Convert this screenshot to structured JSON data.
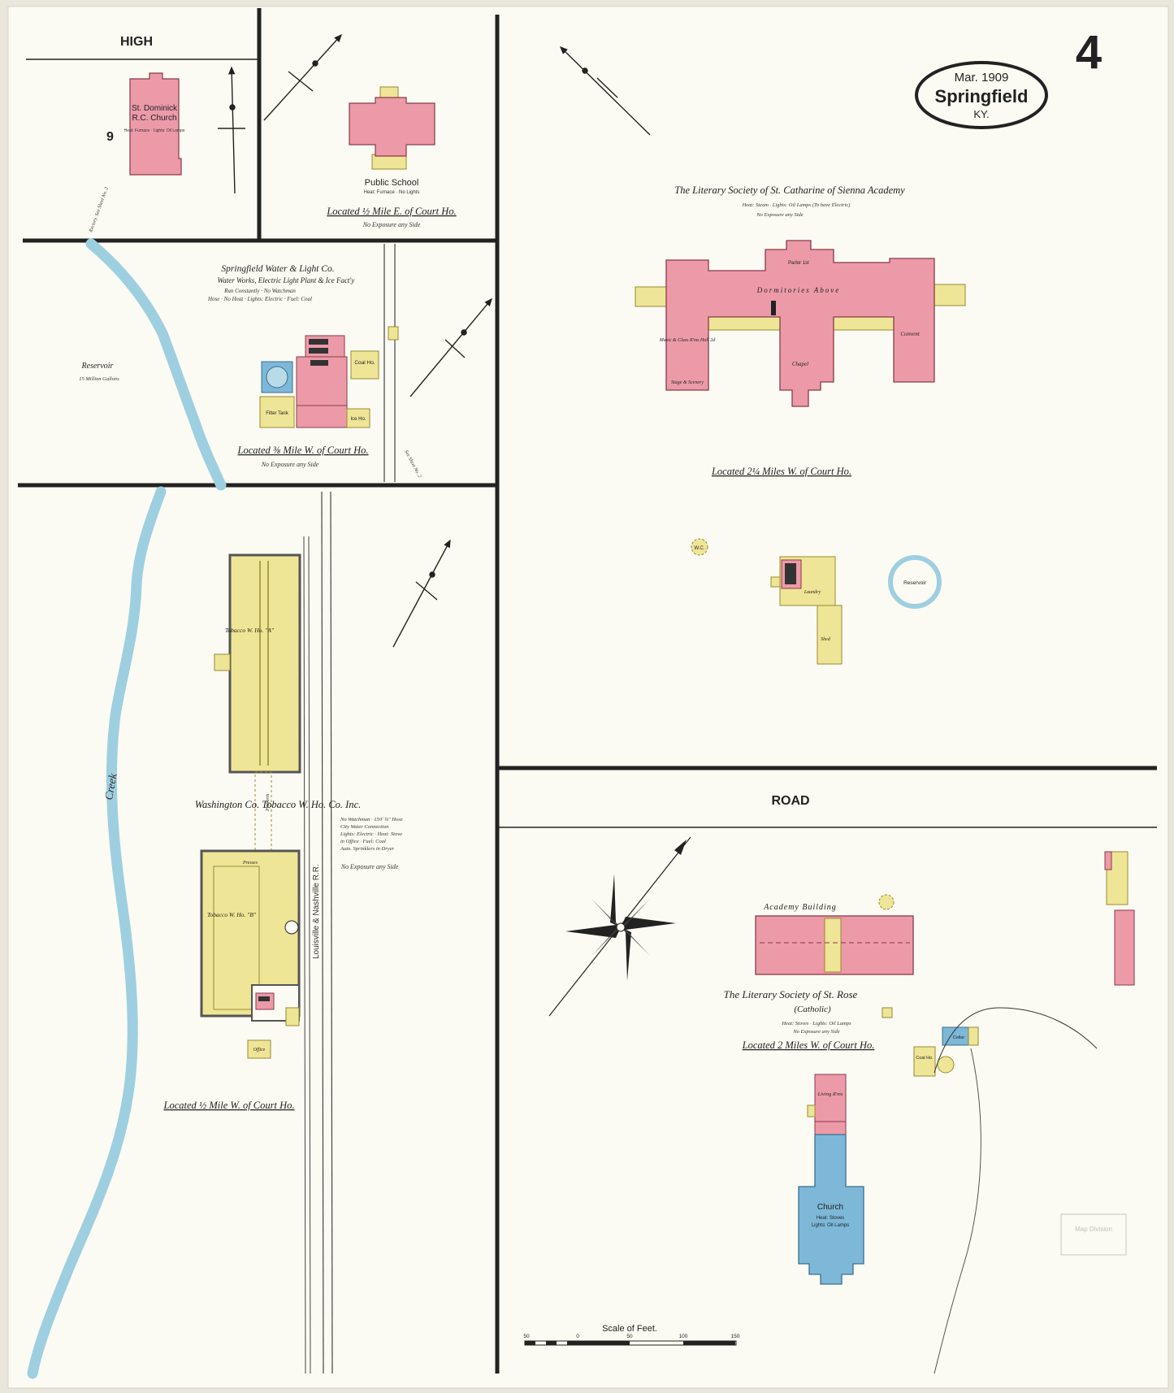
{
  "header": {
    "sheet_number": "4",
    "date": "Mar. 1909",
    "city": "Springfield",
    "state": "KY."
  },
  "streets": {
    "high": "HIGH",
    "road": "ROAD",
    "creek": "Creek",
    "railroad": "Louisville & Nashville R.R."
  },
  "panels": {
    "st_dominick": {
      "block_no": "9",
      "name_line1": "St. Dominick",
      "name_line2": "R.C. Church",
      "note": "Heat: Furnace · Lights: Oil Lamps",
      "side_note": "Rectory. See Sheet No. 2"
    },
    "public_school": {
      "name": "Public School",
      "note": "Heat: Furnace · No Lights",
      "location": "Located ½ Mile E. of Court Ho.",
      "exposure": "No Exposure any Side"
    },
    "water_light": {
      "name": "Springfield Water & Light Co.",
      "subtitle": "Water Works, Electric Light Plant & Ice Fact'y",
      "note1": "Run Constantly · No Watchman",
      "note2": "Hose · No Heat · Lights: Electric · Fuel: Coal",
      "reservoir": "Reservoir",
      "reservoir_capacity": "15 Million Gallons",
      "coal_house": "Coal Ho.",
      "filter_tank": "Filter Tank",
      "ice_house": "Ice Ho.",
      "location": "Located ⅜ Mile W. of Court Ho.",
      "exposure": "No Exposure any Side",
      "side_note": "See Sheet No. 2"
    },
    "st_catharine": {
      "name": "The Literary Society of St. Catharine of Sienna Academy",
      "note1": "Heat: Steam · Lights: Oil Lamps (To have Electric)",
      "note2": "No Exposure any Side",
      "dormitories": "Dormitories Above",
      "parlor": "Parlor 1st",
      "chapel": "Chapel",
      "convent": "Convent",
      "music_rooms": "Music & Class R'ms Hall 2d",
      "stage": "Stage & Scenery",
      "location": "Located 2¼ Miles W. of Court Ho.",
      "laundry": "Laundry",
      "shed": "Shed",
      "wc": "W.C.",
      "reservoir": "Reservoir"
    },
    "tobacco": {
      "name": "Washington Co. Tobacco W. Ho. Co. Inc.",
      "notes": [
        "No Watchman · 150' ¾\" Hose",
        "City Water Connection",
        "Lights: Electric · Heat: Stove",
        "in Office · Fuel: Coal",
        "Auto. Sprinklers in Dryer"
      ],
      "exposure": "No Exposure any Side",
      "warehouse_a": "Tobacco W. Ho. \"A\"",
      "warehouse_b": "Tobacco W. Ho. \"B\"",
      "presses": "Presses",
      "platform": "Platform",
      "office": "Office",
      "location": "Located ½ Mile W. of Court Ho."
    },
    "st_rose": {
      "academy_building": "Academy Building",
      "name": "The Literary Society of St. Rose",
      "subtitle": "(Catholic)",
      "note1": "Heat: Stoves · Lights: Oil Lamps",
      "note2": "No Exposure any Side",
      "location": "Located 2 Miles W. of Court Ho.",
      "living_rooms": "Living R'ms",
      "church": "Church",
      "church_note1": "Heat: Stoves",
      "church_note2": "Lights: Oil Lamps",
      "coal_house": "Coal Ho.",
      "cellar": "Cellar"
    }
  },
  "scale": {
    "label": "Scale of Feet.",
    "ticks": [
      "50",
      "0",
      "50",
      "100",
      "150"
    ]
  },
  "stamp": "Map Division",
  "colors": {
    "paper": "#fbfbf3",
    "brick_pink": "#ec9aa8",
    "frame_yellow": "#efe596",
    "stone_blue": "#7db8d9",
    "water_blue": "#9ecfe0",
    "ink": "#1f1f1f"
  }
}
